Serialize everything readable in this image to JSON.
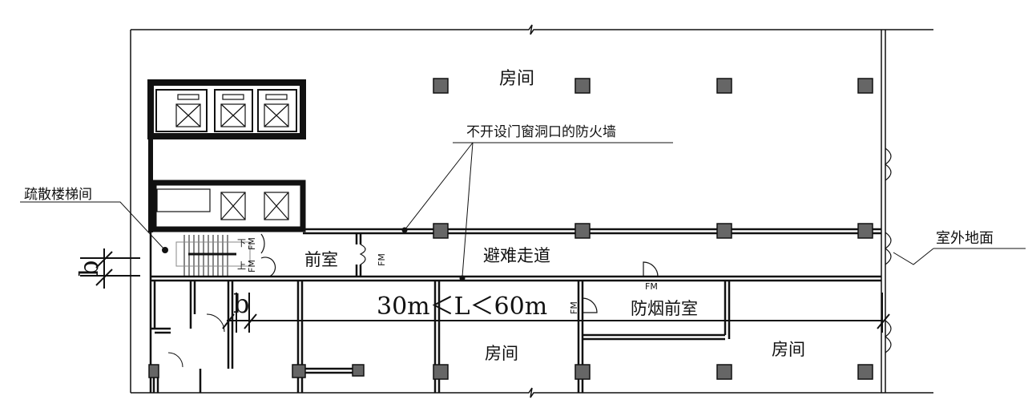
{
  "labels": {
    "room_top": "房间",
    "firewall": "不开设门窗洞口的防火墙",
    "stairwell": "疏散楼梯间",
    "outdoor_ground": "室外地面",
    "refuge_corridor": "避难走道",
    "anteroom": "前室",
    "length_constraint": "30m＜L＜60m",
    "smoke_anteroom": "防烟前室",
    "room_bottom_left": "房间",
    "room_bottom_right": "房间",
    "dim_b_left": "b",
    "dim_b_mid": "b",
    "stair_down": "下",
    "stair_up": "上",
    "door_fm": "FM"
  },
  "colors": {
    "line": "#111111",
    "column": "#666666"
  }
}
